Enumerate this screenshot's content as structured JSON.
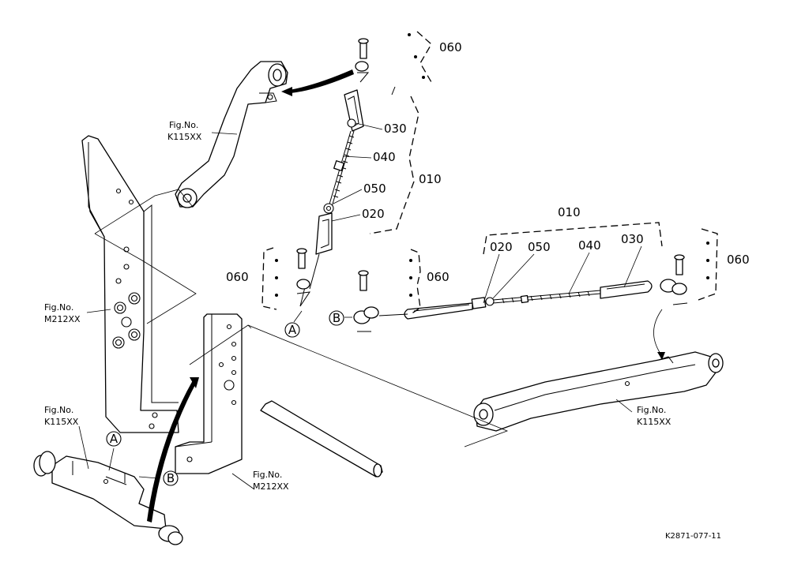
{
  "callouts": {
    "c060_top": "060",
    "c030_v": "030",
    "c040_v": "040",
    "c050_v": "050",
    "c010_v": "010",
    "c020_v": "020",
    "c060_left": "060",
    "c060_mid": "060",
    "c010_h": "010",
    "c020_h": "020",
    "c050_h": "050",
    "c040_h": "040",
    "c030_h": "030",
    "c060_right": "060"
  },
  "markers": {
    "a_rod": "A",
    "b_rod": "B",
    "a_bracket": "A",
    "b_bracket": "B"
  },
  "fig_refs": {
    "top_label": "Fig.No.",
    "top_code": "K115XX",
    "left_label": "Fig.No.",
    "left_code": "M212XX",
    "bottom_label": "Fig.No.",
    "bottom_code": "K115XX",
    "center_label": "Fig.No.",
    "center_code": "M212XX",
    "right_label": "Fig.No.",
    "right_code": "K115XX"
  },
  "drawing_code": "K2871-077-11"
}
